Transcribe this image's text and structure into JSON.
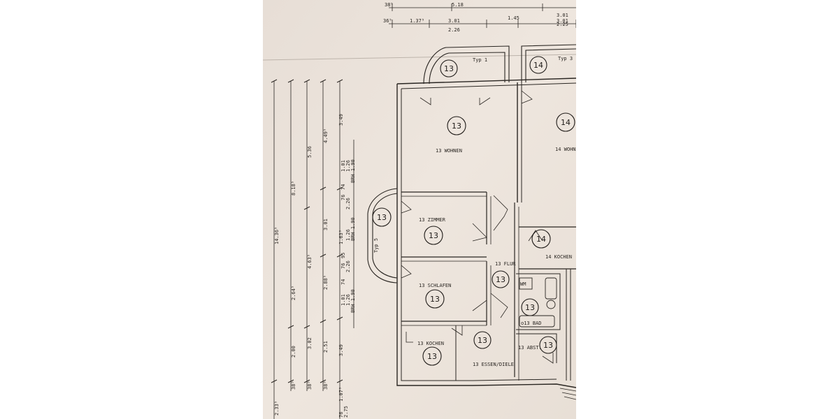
{
  "top_dims": {
    "row1": [
      "38⁵",
      "5.18",
      "3.01"
    ],
    "row2": [
      "36⁵",
      "1.37⁵",
      "3.01",
      "1.45",
      "3.01"
    ],
    "row3": [
      "2.26",
      "2.25"
    ]
  },
  "left_dims": {
    "col1": [
      "14.36⁵",
      "2.33⁵"
    ],
    "col2": [
      "8.18⁵",
      "2.64⁵",
      "2.00",
      "38⁵"
    ],
    "col3": [
      "5.36",
      "4.63⁵",
      "3.02",
      "38⁵"
    ],
    "col4": [
      "4.49⁵",
      "3.01",
      "2.88⁵",
      "2.51",
      "38⁵"
    ],
    "col5": [
      "3.49",
      "1.63⁵",
      "3.49",
      "1.07⁵"
    ],
    "col6": [
      "1.01",
      "1.26",
      "BRH 1.90",
      "2.26",
      "1.26",
      "BRH 1.90",
      "2.26",
      "1.01",
      "1.26",
      "BRH 1.90"
    ],
    "col6_small": [
      "74",
      "76",
      "95",
      "74",
      "76"
    ],
    "bottom": [
      "76",
      "2.75"
    ]
  },
  "rooms": [
    {
      "id": "13",
      "label": "13 WOHNEN"
    },
    {
      "id": "13",
      "label": "13 ZIMMER"
    },
    {
      "id": "13",
      "label": "13 SCHLAFEN"
    },
    {
      "id": "13",
      "label": "13 KOCHEN"
    },
    {
      "id": "13",
      "label": "13 ESSEN/DIELE"
    },
    {
      "id": "13",
      "label": "13 FLUR"
    },
    {
      "id": "13",
      "label": "13 BAD"
    },
    {
      "id": "13",
      "label": "13 ABST."
    },
    {
      "id": "14",
      "label": "14 WOHN"
    },
    {
      "id": "14",
      "label": "14 KOCHEN"
    }
  ],
  "balconies": [
    {
      "id": "13",
      "label": "Typ 1"
    },
    {
      "id": "14",
      "label": "Typ 3"
    },
    {
      "id": "13",
      "label": "Typ 5"
    }
  ],
  "markers": {
    "wm": "WM",
    "bad_circle_label": "o13 BAD"
  },
  "colors": {
    "paper": "#ece4dc",
    "ink": "#2a2622",
    "edge": "#1c1816"
  }
}
